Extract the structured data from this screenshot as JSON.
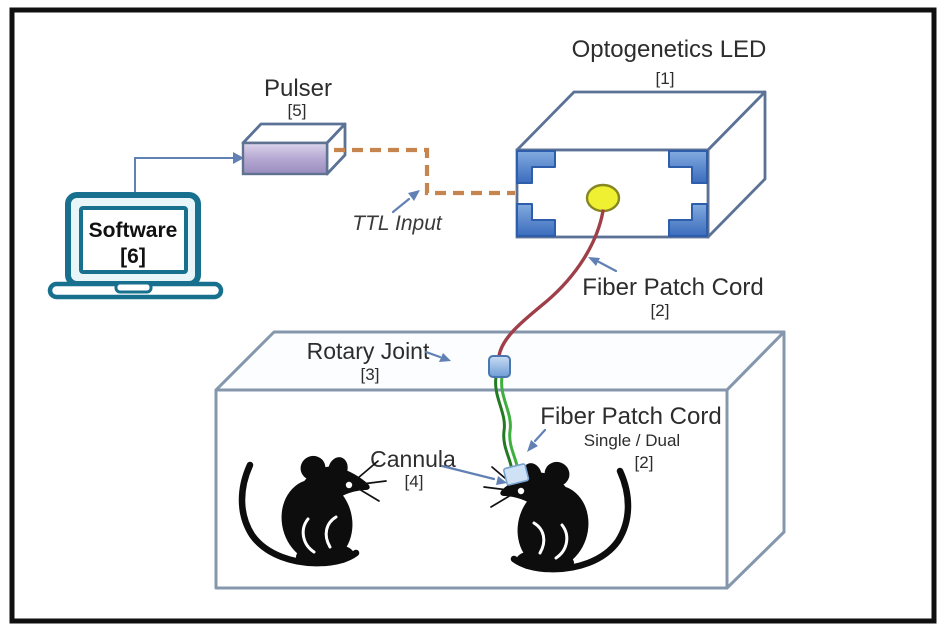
{
  "components": {
    "led": {
      "label": "Optogenetics LED",
      "ref": "[1]"
    },
    "fiber_top": {
      "label": "Fiber Patch Cord",
      "ref": "[2]"
    },
    "rotary": {
      "label": "Rotary Joint",
      "ref": "[3]"
    },
    "cannula": {
      "label": "Cannula",
      "ref": "[4]"
    },
    "pulser": {
      "label": "Pulser",
      "ref": "[5]"
    },
    "software": {
      "label": "Software",
      "ref": "[6]"
    },
    "ttl": {
      "label": "TTL Input"
    },
    "fiber_bottom": {
      "label": "Fiber Patch Cord",
      "variant": "Single / Dual",
      "ref": "[2]"
    }
  },
  "colors": {
    "border": "#101010",
    "text": "#2d2d2d",
    "outline_slate": "#5b7296",
    "cage_outline": "#8497ad",
    "bracket_stroke": "#2e5dab",
    "arrow_blue": "#6181b5",
    "laptop_teal": "#16708e",
    "ttl_orange": "#c6854e",
    "fiber_red": "#9e3f49",
    "fiber_green_dark": "#237a23",
    "fiber_green_light": "#3faf3f",
    "led_yellow": "#eff032",
    "led_yellow_stroke": "#878722",
    "pulser_purple": "#a99cc9",
    "bracket_blue": "#4377c4",
    "rotary_blue": "#6f9cd6",
    "cannula_fill": "#cfe2f5",
    "cannula_stroke": "#7aa3cf",
    "rotary_stroke": "#4a77b0",
    "mouse_black": "#0d0d0d"
  }
}
